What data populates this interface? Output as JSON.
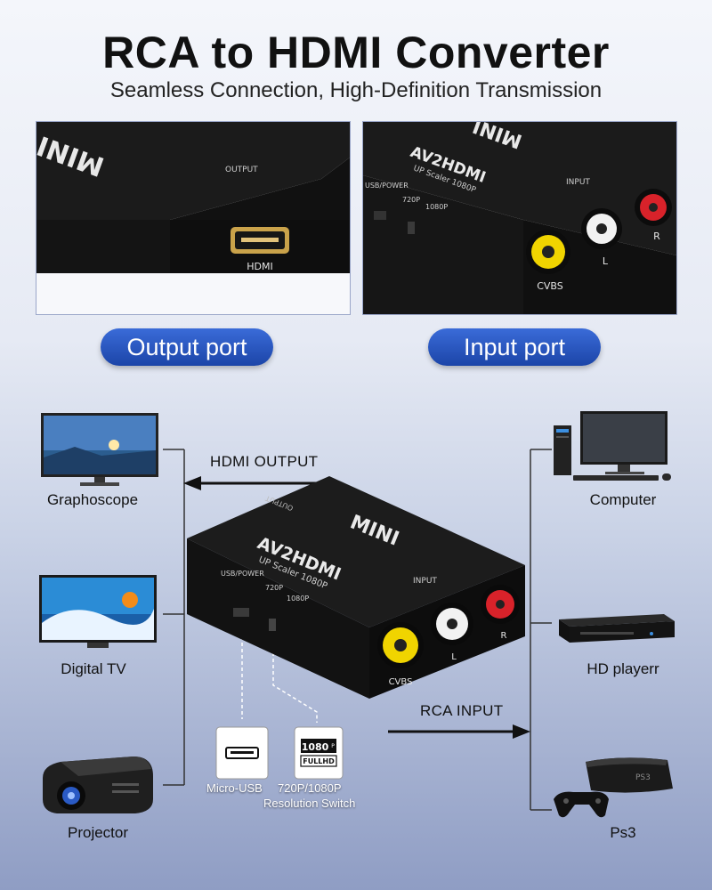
{
  "header": {
    "title": "RCA to HDMI Converter",
    "subtitle": "Seamless Connection, High-Definition Transmission"
  },
  "photos": {
    "output": {
      "brand": "MINI",
      "side_label": "OUTPUT",
      "port_label": "HDMI"
    },
    "input": {
      "brand": "AV2HDMI",
      "brand_top": "MINI",
      "scaler": "UP Scaler 1080P",
      "side_label": "INPUT",
      "usb_label": "USB/POWER",
      "res_720": "720P",
      "res_1080": "1080P",
      "cvbs": "CVBS",
      "l": "L",
      "r": "R"
    }
  },
  "pills": {
    "output": "Output port",
    "input": "Input port"
  },
  "diagram": {
    "hdmi_output": "HDMI OUTPUT",
    "rca_input": "RCA INPUT",
    "device": {
      "brand": "MINI",
      "model": "AV2HDMI",
      "scaler": "UP Scaler 1080P",
      "output": "OUTPUT",
      "input": "INPUT",
      "usb_label": "USB/POWER",
      "res_720": "720P",
      "res_1080": "1080P",
      "cvbs": "CVBS",
      "l": "L",
      "r": "R"
    },
    "left_devices": [
      {
        "name": "Graphoscope"
      },
      {
        "name": "Digital TV"
      },
      {
        "name": "Projector"
      }
    ],
    "right_devices": [
      {
        "name": "Computer"
      },
      {
        "name": "HD playerr"
      },
      {
        "name": "Ps3"
      }
    ],
    "micro_usb_label": "Micro-USB",
    "res_switch_label_1": "720P/1080P",
    "res_switch_label_2": "Resolution Switch",
    "fullhd_top": "1080",
    "fullhd_p": "P",
    "fullhd_bottom": "FULLHD",
    "ps3_logo": "PS3"
  },
  "colors": {
    "accent": "#1c45a8",
    "rca_yellow": "#f0d400",
    "rca_red": "#d8222a",
    "rca_white": "#f2f2f2"
  }
}
